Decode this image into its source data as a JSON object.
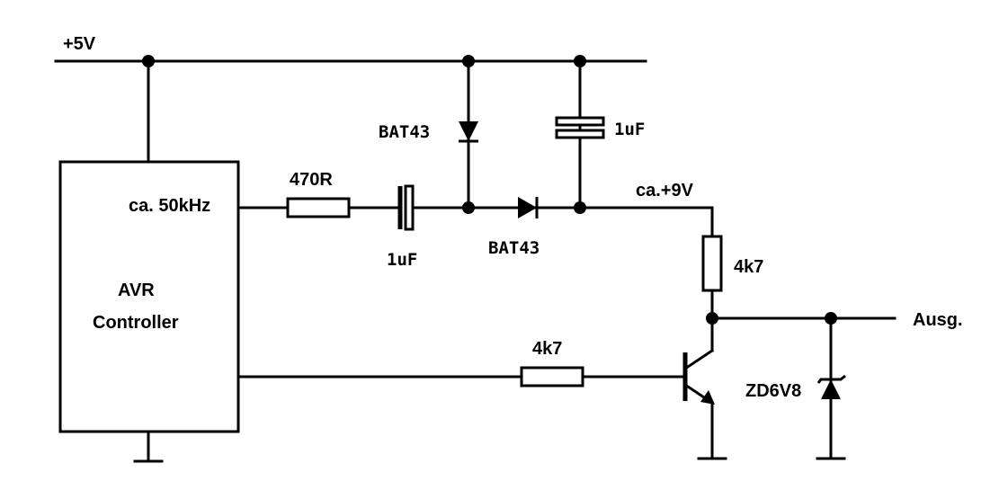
{
  "labels": {
    "supply": "+5V",
    "controller_line1": "AVR",
    "controller_line2": "Controller",
    "freq": "ca. 50kHz",
    "res_series": "470R",
    "cap_coupling": "1uF",
    "diode_top": "BAT43",
    "cap_top": "1uF",
    "diode_series": "BAT43",
    "boost_voltage": "ca.+9V",
    "res_collector": "4k7",
    "res_base": "4k7",
    "output": "Ausg.",
    "zener": "ZD6V8"
  },
  "colors": {
    "line": "#000000",
    "background": "#ffffff"
  }
}
